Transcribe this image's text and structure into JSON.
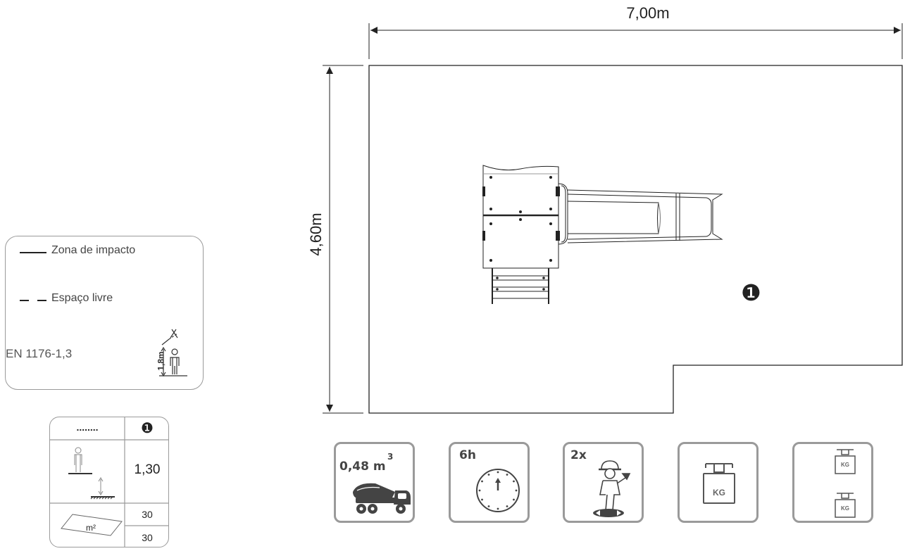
{
  "dimensions": {
    "width_label": "7,00m",
    "height_label": "4,60m"
  },
  "zone_marker": "❶",
  "legend": {
    "impact_label": "Zona de impacto",
    "free_space_label": "Espaço livre",
    "norm_label": "EN 1176-1,3",
    "height_figure_label": "1,8m"
  },
  "surface_table": {
    "header_dots": "........",
    "header_marker": "❶",
    "fall_height_value": "1,30",
    "area_unit": "m²",
    "area_values": [
      "30",
      "30"
    ]
  },
  "icons": {
    "concrete": {
      "value": "0,48 m",
      "superscript": "3",
      "icon": "concrete-mixer-truck-icon"
    },
    "time": {
      "value": "6h",
      "icon": "clock-icon"
    },
    "workers": {
      "value": "2x",
      "icon": "worker-icon"
    },
    "weight_single": {
      "tag": "KG",
      "icon": "weight-icon"
    },
    "weight_double": {
      "tags": [
        "KG",
        "KG"
      ],
      "icon": "two-weights-icon"
    }
  },
  "colors": {
    "line": "#222222",
    "card_border": "#9a9a9a",
    "icon_dark": "#444444"
  }
}
